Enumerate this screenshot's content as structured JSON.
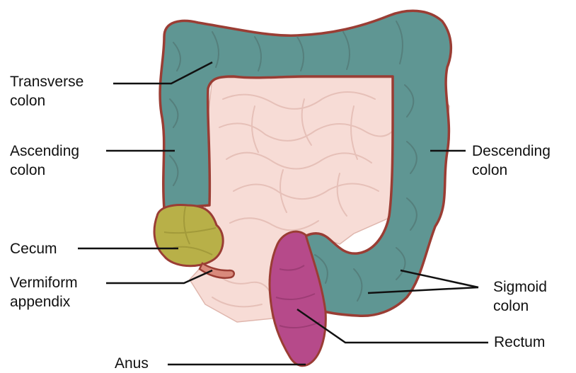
{
  "labels": {
    "transverse_colon": [
      "Transverse",
      "colon"
    ],
    "ascending_colon": [
      "Ascending",
      "colon"
    ],
    "cecum": "Cecum",
    "vermiform_appendix": [
      "Vermiform",
      "appendix"
    ],
    "anus": "Anus",
    "descending_colon": [
      "Descending",
      "colon"
    ],
    "sigmoid_colon": [
      "Sigmoid",
      "colon"
    ],
    "rectum": "Rectum"
  },
  "colors": {
    "colon": "#5f9693",
    "colon_outline": "#9a3d34",
    "small_intestine": "#f7dcd6",
    "small_intestine_fold": "#e8c4bc",
    "cecum": "#b8b048",
    "rectum": "#b64a8a",
    "appendix": "#d98a7c",
    "leader_line": "#111111"
  }
}
